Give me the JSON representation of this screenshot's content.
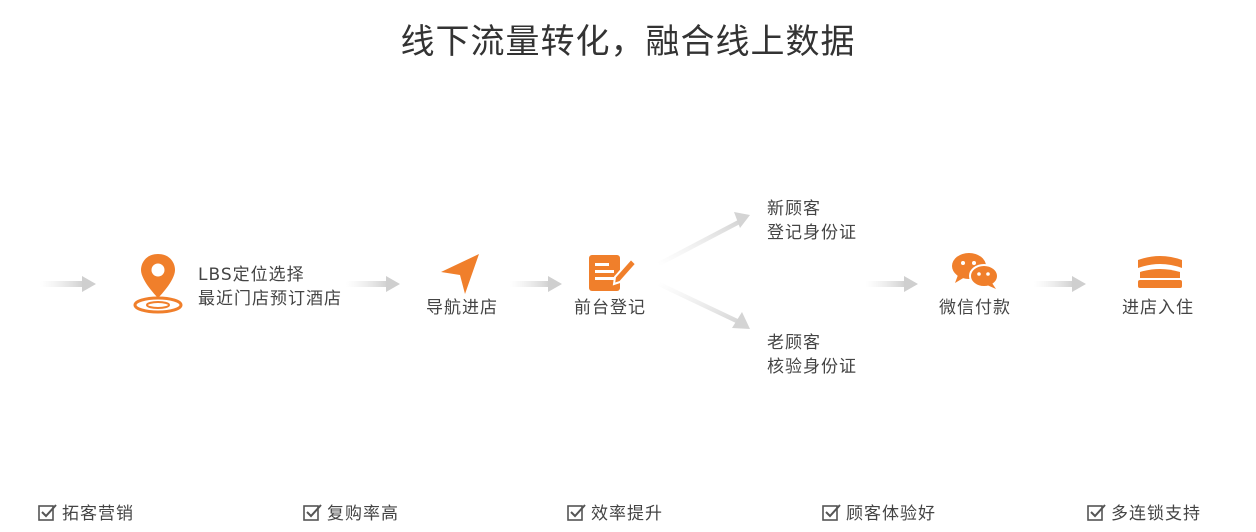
{
  "title": "线下流量转化，融合线上数据",
  "accent_color": "#f07f2b",
  "steps": [
    {
      "lines": [
        "LBS定位选择",
        "最近门店预订酒店"
      ],
      "icon": "location-pin-icon"
    },
    {
      "lines": [
        "导航进店"
      ],
      "icon": "navigation-arrow-icon"
    },
    {
      "lines": [
        "前台登记"
      ],
      "icon": "registration-document-icon"
    },
    {
      "lines": [
        "微信付款"
      ],
      "icon": "wechat-icon"
    },
    {
      "lines": [
        "进店入住"
      ],
      "icon": "hotel-bed-icon"
    }
  ],
  "branches": {
    "new": {
      "lines": [
        "新顾客",
        "登记身份证"
      ]
    },
    "old": {
      "lines": [
        "老顾客",
        "核验身份证"
      ]
    }
  },
  "features": [
    {
      "label": "拓客营销"
    },
    {
      "label": "复购率高"
    },
    {
      "label": "效率提升"
    },
    {
      "label": "顾客体验好"
    },
    {
      "label": "多连锁支持"
    }
  ]
}
